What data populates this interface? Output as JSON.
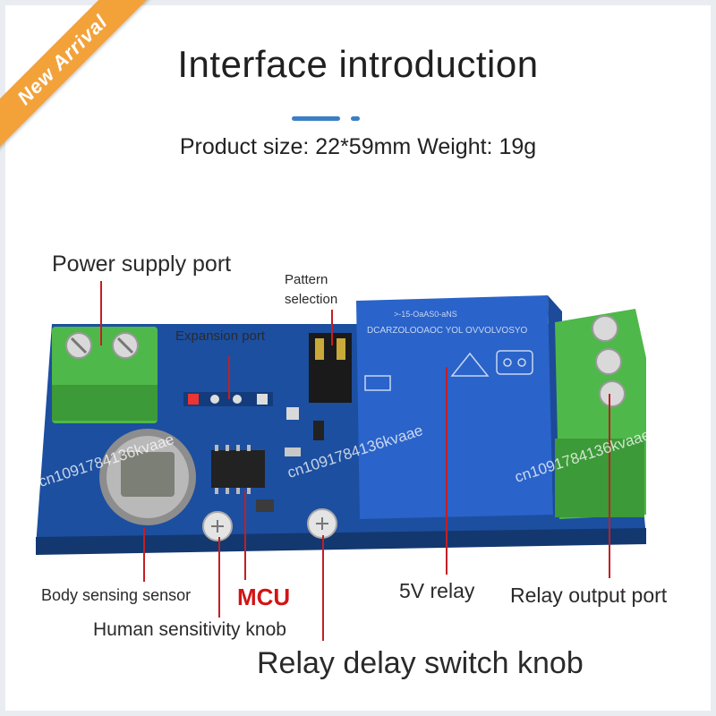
{
  "ribbon": {
    "text": "New Arrival"
  },
  "header": {
    "title": "Interface introduction",
    "subtitle": "Product size: 22*59mm Weight: 19g"
  },
  "labels": {
    "power_supply_port": "Power supply port",
    "pattern_selection": "Pattern selection",
    "expansion_port": "Expansion port",
    "body_sensing_sensor": "Body sensing sensor",
    "mcu": "MCU",
    "relay_5v": "5V relay",
    "relay_output_port": "Relay output port",
    "human_sensitivity_knob": "Human sensitivity knob",
    "relay_delay_switch_knob": "Relay delay switch knob"
  },
  "relay_text": {
    "line1": ">-15-OaAS0-aNS",
    "line2": "DCARZOLOOAOC YOL OVVOLVOSYO"
  },
  "watermark": "cn1091784136kvaae",
  "colors": {
    "ribbon": "#f3a23a",
    "accent_blue": "#3a7fc4",
    "pcb_blue": "#1c4fa0",
    "relay_blue": "#2a63c9",
    "terminal_green": "#4fb84a",
    "pointer_red": "#c21f24",
    "mcu_red": "#d21414"
  }
}
